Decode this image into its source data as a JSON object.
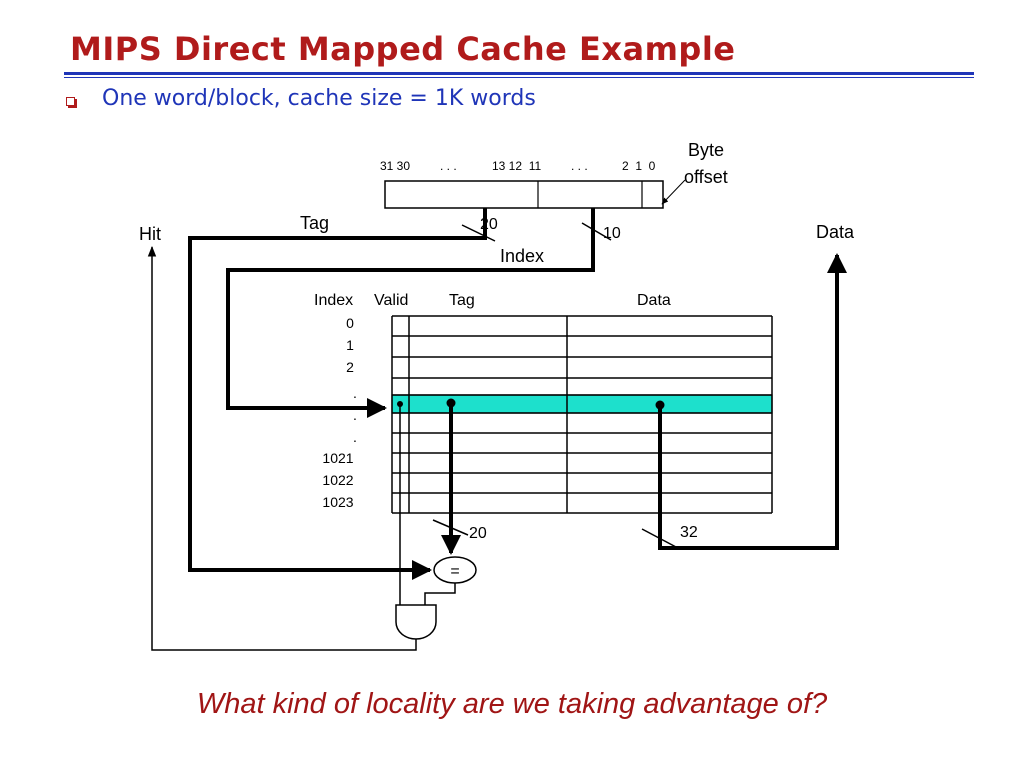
{
  "title": "MIPS Direct Mapped Cache Example",
  "bullet": "One word/block, cache size = 1K words",
  "address": {
    "bits_high": "31 30",
    "dots1": ". . .",
    "bits_mid": "13 12  11",
    "dots2": ". . .",
    "bits_low": "2  1  0",
    "byte_offset_line1": "Byte",
    "byte_offset_line2": "offset"
  },
  "labels": {
    "hit": "Hit",
    "tag": "Tag",
    "tag_width": "20",
    "index_width": "10",
    "index": "Index",
    "data": "Data",
    "tag_out_width": "20",
    "data_out_width": "32",
    "comparator": "="
  },
  "cache_table": {
    "headers": {
      "index": "Index",
      "valid": "Valid",
      "tag": "Tag",
      "data": "Data"
    },
    "row_indices": [
      "0",
      "1",
      "2",
      ".",
      ".",
      ".",
      "1021",
      "1022",
      "1023"
    ],
    "highlight_color": "#1de0cc"
  },
  "question": "What kind of locality are we taking advantage of?",
  "colors": {
    "title": "#b01b1b",
    "rule": "#1f35b8",
    "bullet_text": "#1f35b8",
    "question": "#a01515"
  }
}
